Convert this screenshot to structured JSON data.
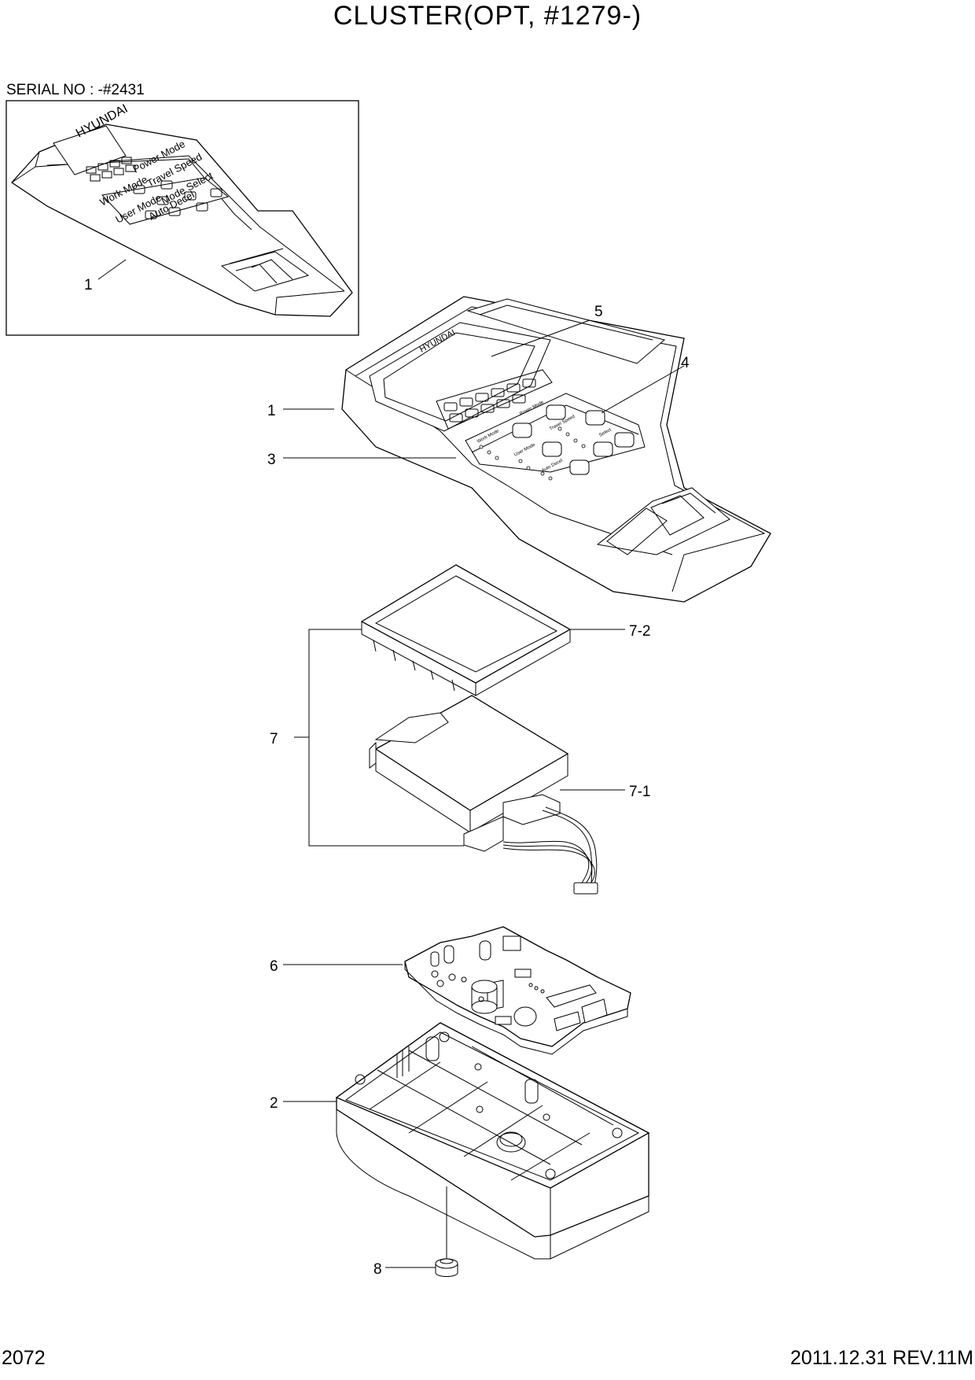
{
  "header": {
    "title": "CLUSTER(OPT, #1279-)"
  },
  "inset": {
    "serial_label": "SERIAL NO : -#2431",
    "brand": "HYUNDAI",
    "button_labels": [
      "Work Mode",
      "Power Mode",
      "Travel Speed",
      "User Mode",
      "Mode Select",
      "Auto Decel"
    ],
    "callout": "1"
  },
  "main": {
    "brand": "HYUNDAI",
    "button_labels": [
      "Work Mode",
      "Power Mode",
      "Travel Speed",
      "User Mode",
      "Auto Decel",
      "Select"
    ]
  },
  "callouts": {
    "c1": "1",
    "c2": "2",
    "c3": "3",
    "c4": "4",
    "c5": "5",
    "c6": "6",
    "c7": "7",
    "c7_1": "7-1",
    "c7_2": "7-2",
    "c8": "8"
  },
  "footer": {
    "page": "2072",
    "revision": "2011.12.31  REV.11M"
  }
}
